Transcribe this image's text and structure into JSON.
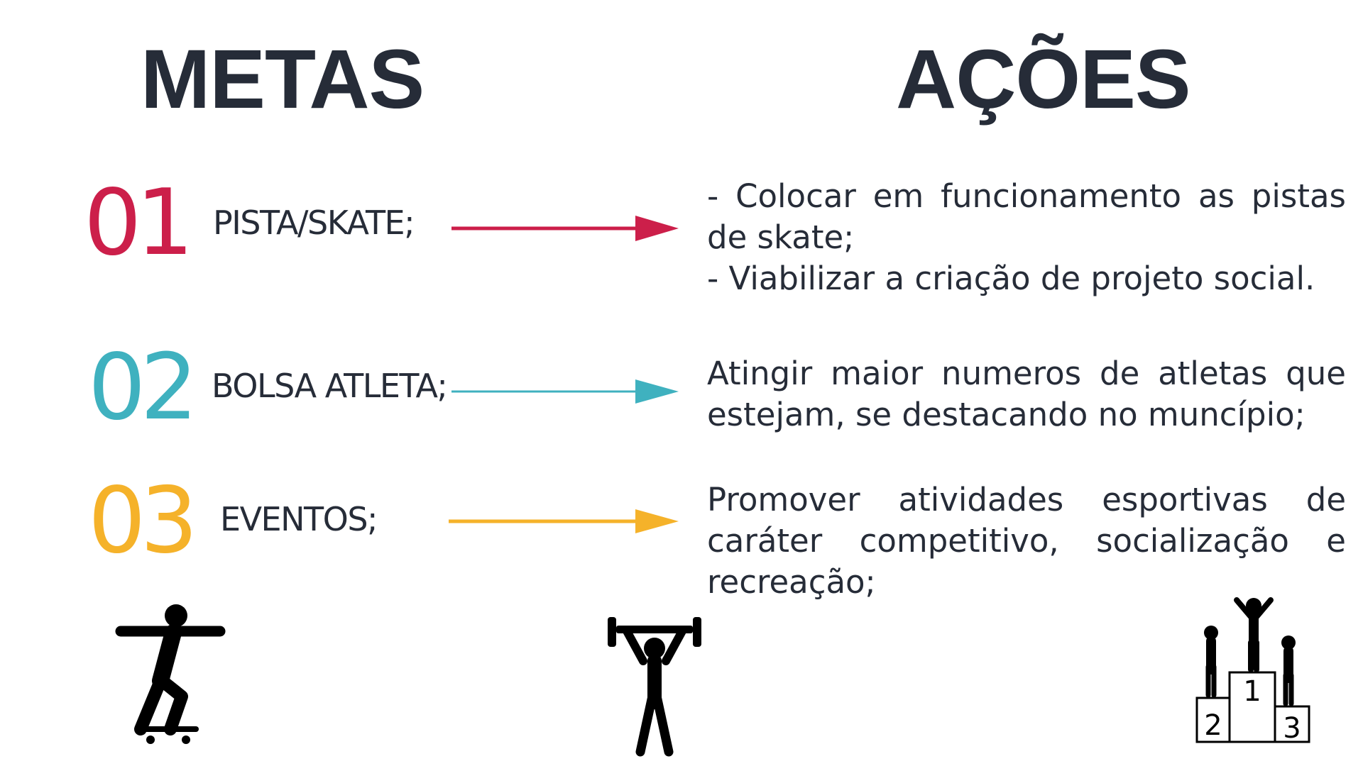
{
  "headings": {
    "metas": "METAS",
    "acoes": "AÇÕES"
  },
  "rows": [
    {
      "number": "01",
      "goal": "PISTA/SKATE;",
      "color": "#cc1f4a",
      "action_lines": [
        "- Colocar  em funcionamento as pistas",
        "de skate;",
        "- Viabilizar a criação de projeto social."
      ]
    },
    {
      "number": "02",
      "goal": "BOLSA ATLETA;",
      "color": "#3fb1bf",
      "action_lines": [
        "Atingir maior numeros de atletas que",
        "estejam, se destacando no muncípio;"
      ]
    },
    {
      "number": "03",
      "goal": "EVENTOS;",
      "color": "#f5b22a",
      "action_lines": [
        "Promover atividades esportivas de",
        "caráter competitivo, socialização e",
        "recreação;"
      ]
    }
  ],
  "icons": {
    "skater": "skateboarder-icon",
    "weightlifter": "weightlifter-icon",
    "podium": "podium-icon"
  },
  "podium": {
    "first": "1",
    "second": "2",
    "third": "3"
  }
}
